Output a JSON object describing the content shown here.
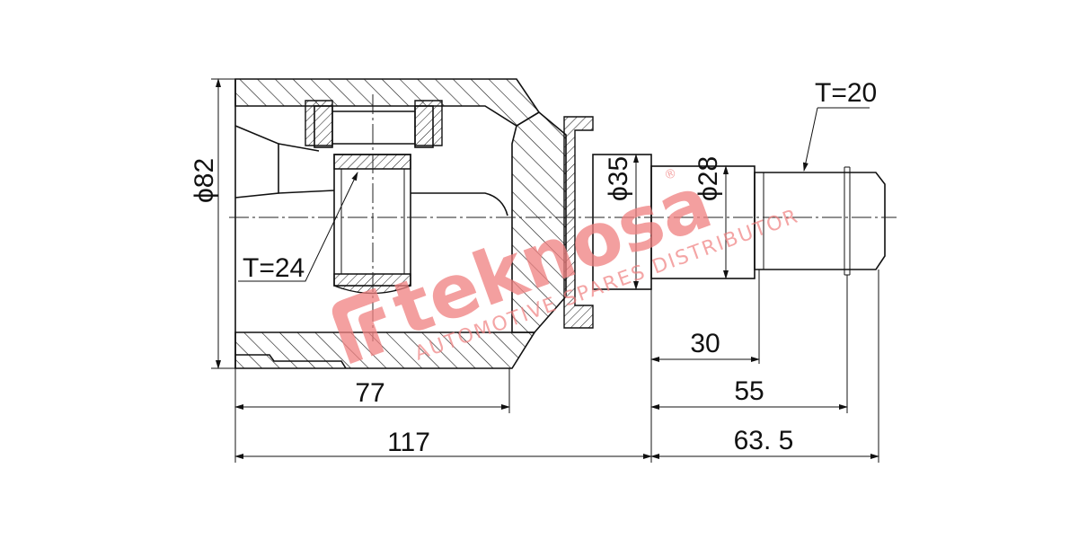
{
  "drawing": {
    "dimensions": {
      "housing_diameter": "ϕ82",
      "stem_diameter_large": "ϕ35",
      "stem_diameter_small": "ϕ28",
      "housing_length": "77",
      "overall_housing_length": "117",
      "stem_length_short": "30",
      "stem_length_mid": "55",
      "stem_length_total": "63. 5"
    },
    "annotations": {
      "inner_spline_teeth": "T=24",
      "outer_spline_teeth": "T=20"
    }
  },
  "watermark": {
    "brand": "teknosa",
    "tagline": "AUTOMOTIVE SPARES DISTRIBUTOR",
    "registered": "®",
    "color": "#f08080"
  }
}
